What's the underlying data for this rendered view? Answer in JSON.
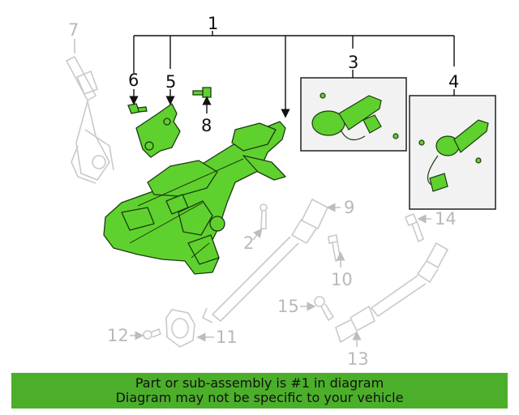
{
  "callouts": {
    "n1": "1",
    "n2": "2",
    "n3": "3",
    "n4": "4",
    "n5": "5",
    "n6": "6",
    "n7": "7",
    "n8": "8",
    "n9": "9",
    "n10": "10",
    "n11": "11",
    "n12": "12",
    "n13": "13",
    "n14": "14",
    "n15": "15"
  },
  "footer": {
    "line1": "Part or sub-assembly is #1 in diagram",
    "line2": "Diagram may not be specific to your vehicle"
  },
  "colors": {
    "highlight_part": "#5fd12e",
    "highlight_outline": "#1c3a10",
    "ghost_part": "#c9c9c9",
    "banner": "#4caf2a"
  }
}
